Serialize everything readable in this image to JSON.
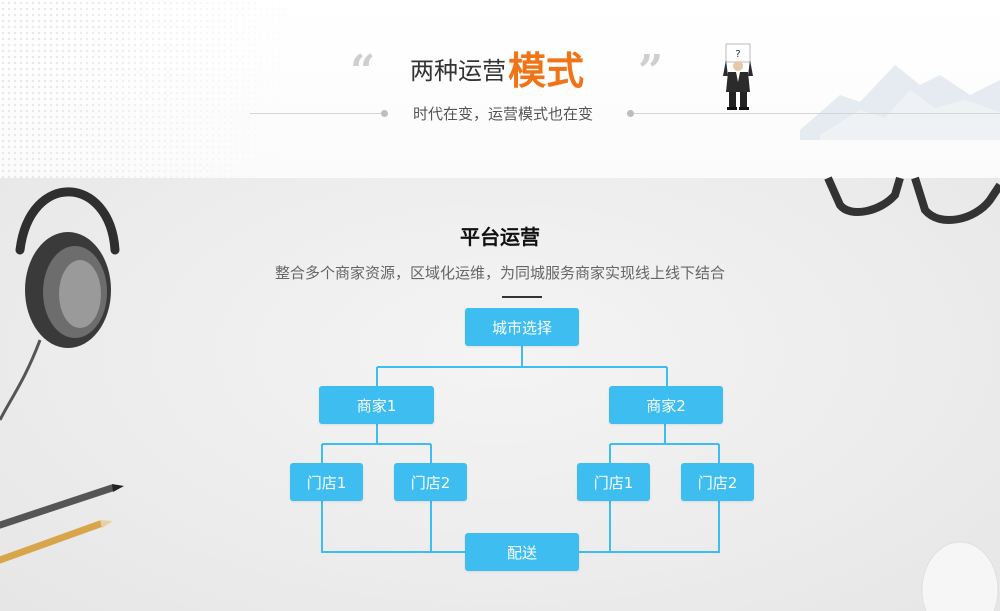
{
  "header": {
    "title_main": "两种运营",
    "title_accent": "模式",
    "subtitle": "时代在变，运营模式也在变",
    "accent_color": "#f07316"
  },
  "section": {
    "title": "平台运营",
    "description": "整合多个商家资源，区域化运维，为同城服务商家实现线上线下结合"
  },
  "diagram": {
    "box_color": "#3dbdf0",
    "line_color": "#3dbdf0",
    "root": "城市选择",
    "merchant_1": "商家1",
    "merchant_2": "商家2",
    "m1_store_1": "门店1",
    "m1_store_2": "门店2",
    "m2_store_1": "门店1",
    "m2_store_2": "门店2",
    "delivery": "配送"
  }
}
